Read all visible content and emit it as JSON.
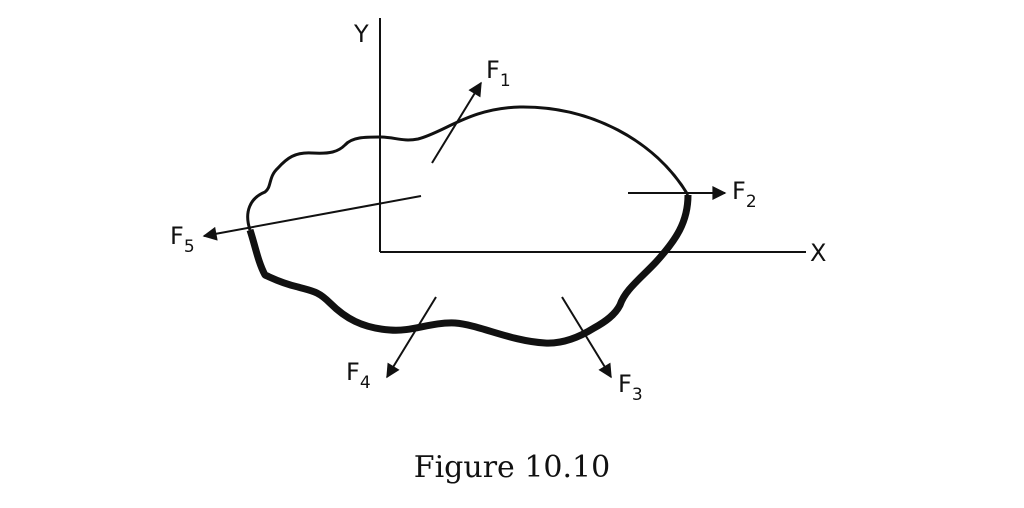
{
  "axes": {
    "x_label": "X",
    "y_label": "Y"
  },
  "forces": [
    {
      "id": "F1",
      "letter": "F",
      "subscript": "1"
    },
    {
      "id": "F2",
      "letter": "F",
      "subscript": "2"
    },
    {
      "id": "F3",
      "letter": "F",
      "subscript": "3"
    },
    {
      "id": "F4",
      "letter": "F",
      "subscript": "4"
    },
    {
      "id": "F5",
      "letter": "F",
      "subscript": "5"
    }
  ],
  "caption": "Figure 10.10",
  "colors": {
    "ink": "#111111",
    "background": "#ffffff"
  }
}
